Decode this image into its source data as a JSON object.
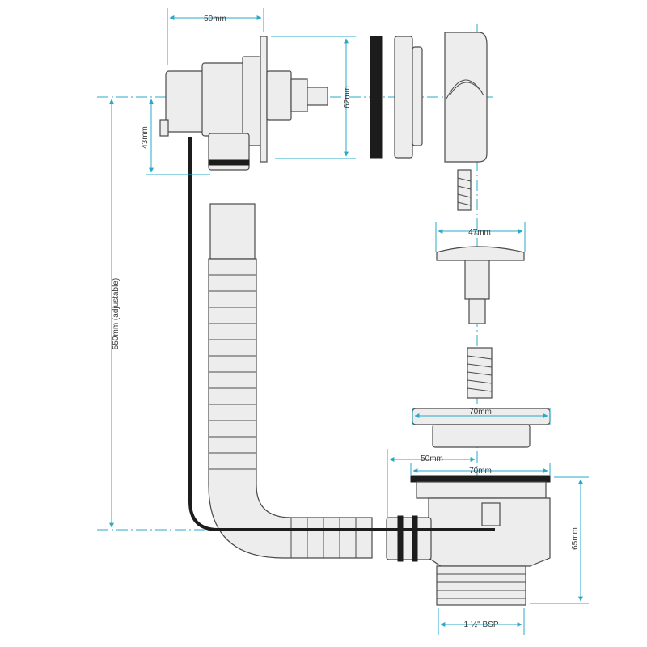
{
  "dimensions": {
    "top_width": "50mm",
    "cap_height": "62mm",
    "outlet_height": "43mm",
    "cable_length": "550mm (adjustable)",
    "plug_width": "47mm",
    "grid_width": "70mm",
    "waste_offset": "50mm",
    "waste_width": "70mm",
    "waste_height": "65mm",
    "thread": "1 ½\" BSP"
  },
  "colors": {
    "dimension_line": "#29a8c8",
    "outline": "#4a4a4a",
    "fill": "#ededed",
    "cable": "#1c1c1c"
  }
}
